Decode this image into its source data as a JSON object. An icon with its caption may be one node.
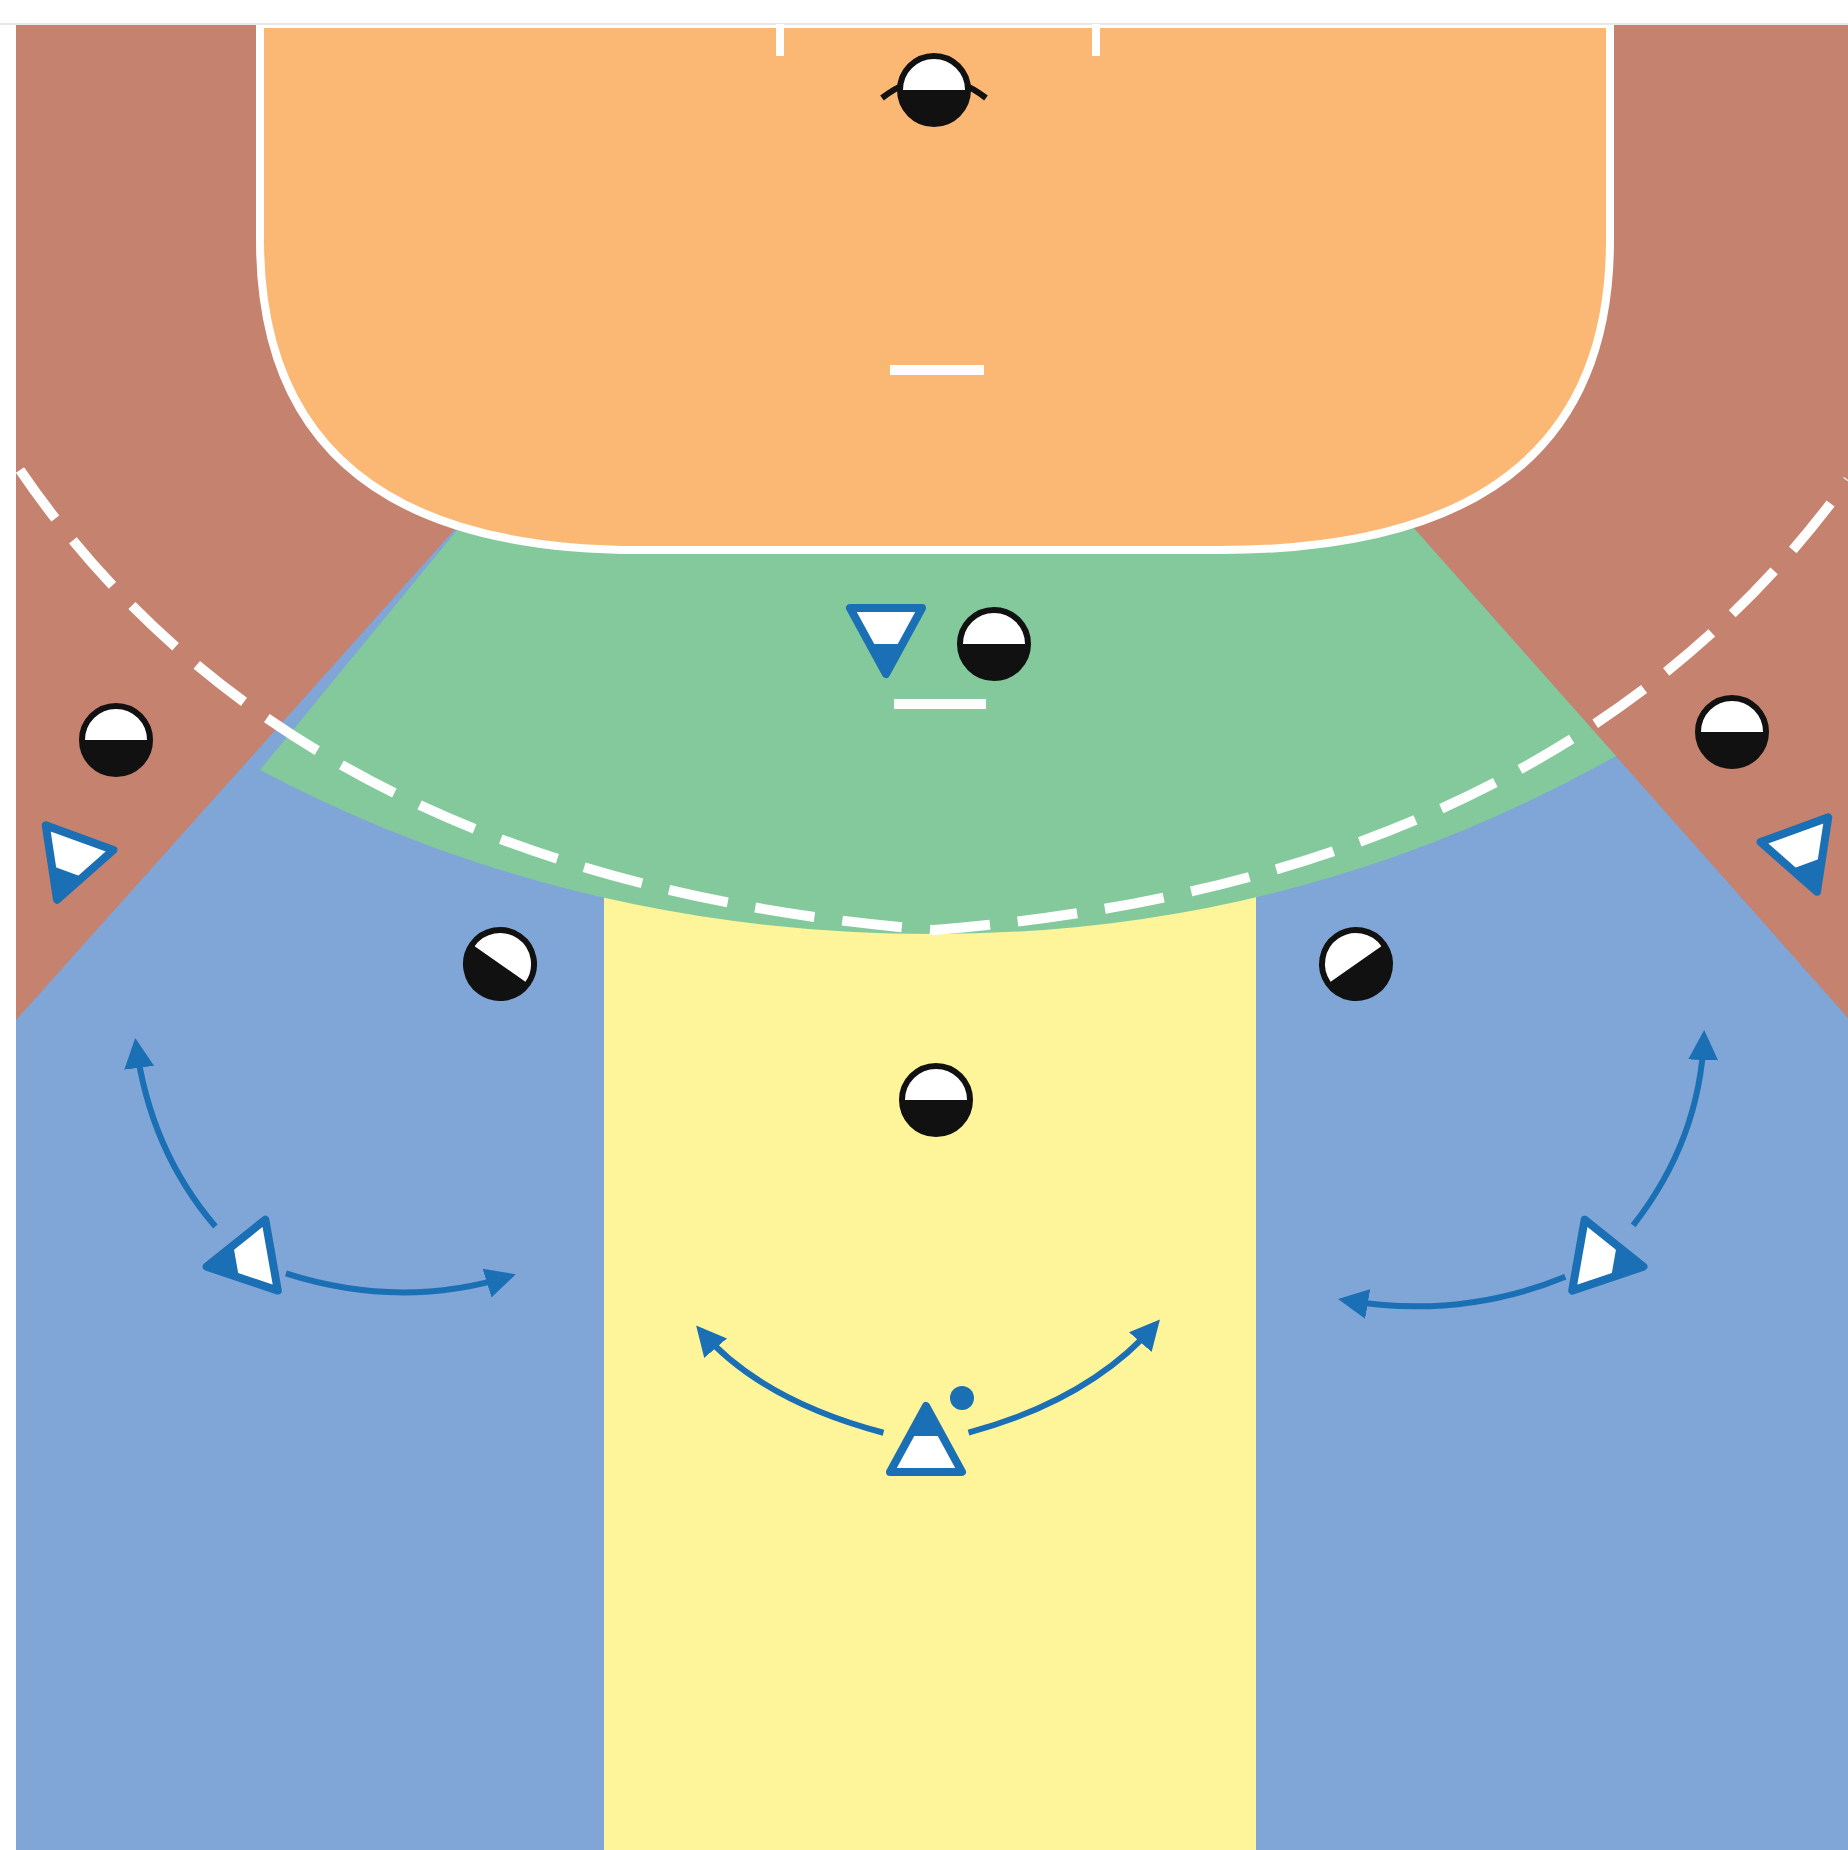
{
  "diagram": {
    "nodes": [
      {
        "text": [],
        "shape": "circle"
      },
      {
        "text": [],
        "shape": "triangle"
      },
      {
        "text": [],
        "shape": "circle"
      },
      {
        "text": [],
        "shape": "circle"
      },
      {
        "text": [],
        "shape": "triangle"
      },
      {
        "text": [],
        "shape": "circle"
      },
      {
        "text": [],
        "shape": "triangle"
      },
      {
        "text": [],
        "shape": "circle"
      },
      {
        "text": [],
        "shape": "circle"
      },
      {
        "text": [],
        "shape": "circle"
      },
      {
        "text": [],
        "shape": "triangle"
      },
      {
        "text": [],
        "shape": "triangle"
      },
      {
        "text": [],
        "shape": "triangle"
      }
    ],
    "edges": [
      {
        "from": 10,
        "to": null,
        "arrow": "to"
      },
      {
        "from": 10,
        "to": null,
        "arrow": "to"
      },
      {
        "from": 11,
        "to": null,
        "arrow": "to"
      },
      {
        "from": 11,
        "to": null,
        "arrow": "to"
      },
      {
        "from": 12,
        "to": null,
        "arrow": "to"
      },
      {
        "from": 12,
        "to": null,
        "arrow": "to"
      }
    ]
  }
}
